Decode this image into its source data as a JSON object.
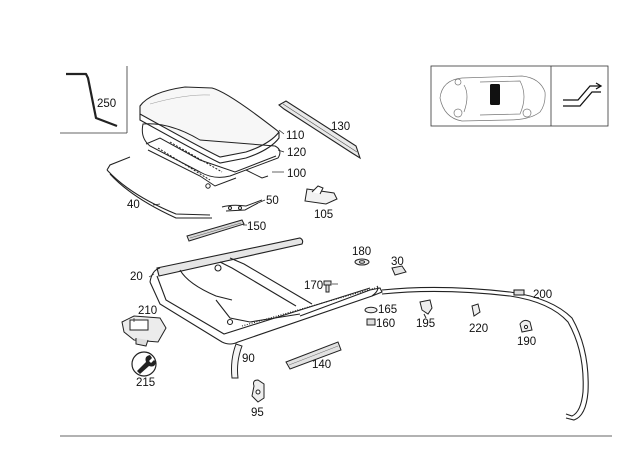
{
  "labels": [
    {
      "id": "p250",
      "text": "250"
    },
    {
      "id": "p130",
      "text": "130"
    },
    {
      "id": "p110",
      "text": "110"
    },
    {
      "id": "p120",
      "text": "120"
    },
    {
      "id": "p100",
      "text": "100"
    },
    {
      "id": "p40",
      "text": "40"
    },
    {
      "id": "p50",
      "text": "50"
    },
    {
      "id": "p105",
      "text": "105"
    },
    {
      "id": "p150",
      "text": "150"
    },
    {
      "id": "p180",
      "text": "180"
    },
    {
      "id": "p30",
      "text": "30"
    },
    {
      "id": "p20",
      "text": "20"
    },
    {
      "id": "p170",
      "text": "170"
    },
    {
      "id": "p200",
      "text": "200"
    },
    {
      "id": "p210",
      "text": "210"
    },
    {
      "id": "p165",
      "text": "165"
    },
    {
      "id": "p160",
      "text": "160"
    },
    {
      "id": "p195",
      "text": "195"
    },
    {
      "id": "p220",
      "text": "220"
    },
    {
      "id": "p190",
      "text": "190"
    },
    {
      "id": "p215",
      "text": "215"
    },
    {
      "id": "p90",
      "text": "90"
    },
    {
      "id": "p140",
      "text": "140"
    },
    {
      "id": "p95",
      "text": "95"
    }
  ]
}
